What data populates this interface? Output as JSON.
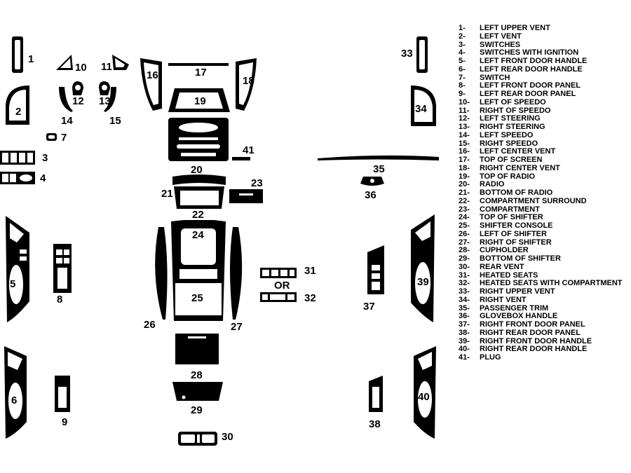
{
  "diagram": {
    "parts": [
      {
        "num": "1",
        "name": "LEFT UPPER VENT"
      },
      {
        "num": "2",
        "name": "LEFT VENT"
      },
      {
        "num": "3",
        "name": "SWITCHES"
      },
      {
        "num": "4",
        "name": "SWITCHES WITH IGNITION"
      },
      {
        "num": "5",
        "name": "LEFT FRONT DOOR HANDLE"
      },
      {
        "num": "6",
        "name": "LEFT REAR DOOR HANDLE"
      },
      {
        "num": "7",
        "name": "SWITCH"
      },
      {
        "num": "8",
        "name": "LEFT FRONT DOOR PANEL"
      },
      {
        "num": "9",
        "name": "LEFT REAR DOOR PANEL"
      },
      {
        "num": "10",
        "name": "LEFT OF SPEEDO"
      },
      {
        "num": "11",
        "name": "RIGHT OF SPEEDO"
      },
      {
        "num": "12",
        "name": "LEFT STEERING"
      },
      {
        "num": "13",
        "name": "RIGHT STEERING"
      },
      {
        "num": "14",
        "name": "LEFT SPEEDO"
      },
      {
        "num": "15",
        "name": "RIGHT SPEEDO"
      },
      {
        "num": "16",
        "name": "LEFT CENTER VENT"
      },
      {
        "num": "17",
        "name": "TOP OF SCREEN"
      },
      {
        "num": "18",
        "name": "RIGHT CENTER VENT"
      },
      {
        "num": "19",
        "name": "TOP OF RADIO"
      },
      {
        "num": "20",
        "name": "RADIO"
      },
      {
        "num": "21",
        "name": "BOTTOM OF RADIO"
      },
      {
        "num": "22",
        "name": "COMPARTMENT SURROUND"
      },
      {
        "num": "23",
        "name": "COMPARTMENT"
      },
      {
        "num": "24",
        "name": "TOP OF SHIFTER"
      },
      {
        "num": "25",
        "name": "SHIFTER CONSOLE"
      },
      {
        "num": "26",
        "name": "LEFT OF SHIFTER"
      },
      {
        "num": "27",
        "name": "RIGHT OF SHIFTER"
      },
      {
        "num": "28",
        "name": "CUPHOLDER"
      },
      {
        "num": "29",
        "name": "BOTTOM OF SHIFTER"
      },
      {
        "num": "30",
        "name": "REAR VENT"
      },
      {
        "num": "31",
        "name": "HEATED SEATS"
      },
      {
        "num": "32",
        "name": "HEATED SEATS WITH COMPARTMENT"
      },
      {
        "num": "33",
        "name": "RIGHT UPPER VENT"
      },
      {
        "num": "34",
        "name": "RIGHT VENT"
      },
      {
        "num": "35",
        "name": "PASSENGER TRIM"
      },
      {
        "num": "36",
        "name": "GLOVEBOX HANDLE"
      },
      {
        "num": "37",
        "name": "RIGHT FRONT DOOR PANEL"
      },
      {
        "num": "38",
        "name": "RIGHT REAR DOOR PANEL"
      },
      {
        "num": "39",
        "name": "RIGHT FRONT DOOR HANDLE"
      },
      {
        "num": "40",
        "name": "RIGHT REAR DOOR HANDLE"
      },
      {
        "num": "41",
        "name": "PLUG"
      }
    ],
    "or_label": "OR",
    "legend_separator": "-",
    "colors": {
      "piece": "#000000",
      "cutout": "#ffffff",
      "text": "#000000"
    }
  }
}
